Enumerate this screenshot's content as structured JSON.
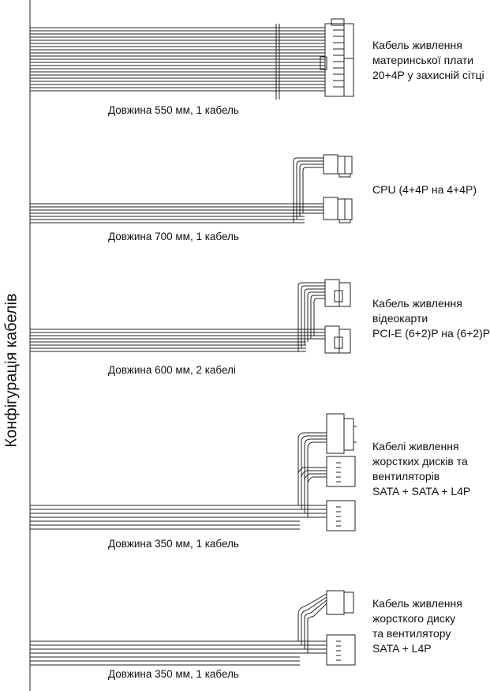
{
  "title": "Конфігурація кабелів",
  "cables": [
    {
      "id": "motherboard",
      "label_lines": [
        "Кабель живлення",
        "материнської плати",
        "20+4P у захисній сітці"
      ],
      "length_text": "Довжина 550 мм, 1 кабель"
    },
    {
      "id": "cpu",
      "label_lines": [
        "CPU (4+4P на 4+4P)"
      ],
      "length_text": "Довжина 700 мм, 1 кабель"
    },
    {
      "id": "pcie",
      "label_lines": [
        "Кабель живлення",
        "відеокарти",
        "PCI-E (6+2)P на (6+2)P"
      ],
      "length_text": "Довжина 600 мм, 2 кабелі"
    },
    {
      "id": "sata-sata-l4p",
      "label_lines": [
        "Кабелі живлення",
        "жорстких дисків та",
        "вентиляторів",
        "SATA + SATA + L4P"
      ],
      "length_text": "Довжина 350 мм, 1 кабель"
    },
    {
      "id": "sata-l4p",
      "label_lines": [
        "Кабель живлення",
        "жорсткого диску",
        "та вентилятору",
        "SATA + L4P"
      ],
      "length_text": "Довжина 350 мм, 1 кабель"
    }
  ]
}
